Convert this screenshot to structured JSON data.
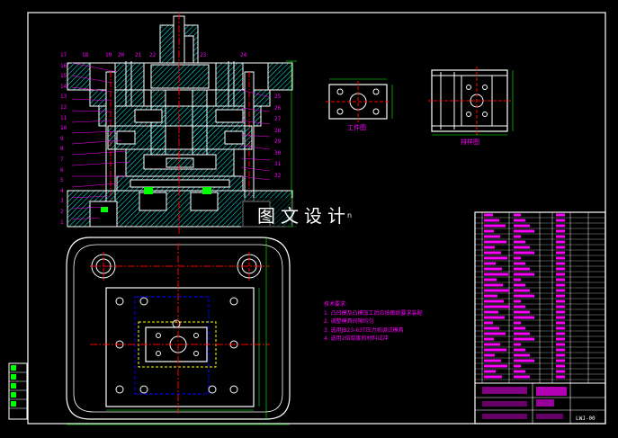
{
  "part_numbers_left": [
    "17",
    "16",
    "15",
    "14",
    "13",
    "12",
    "11",
    "10",
    "9",
    "8",
    "7",
    "6",
    "5",
    "4",
    "3",
    "2",
    "1"
  ],
  "part_numbers_top": [
    "18",
    "19",
    "20",
    "21",
    "22",
    "23",
    "24"
  ],
  "part_numbers_right": [
    "25",
    "26",
    "27",
    "28",
    "29",
    "30",
    "31",
    "32"
  ],
  "view_captions": {
    "workpiece": "工件图",
    "layout": "排样图"
  },
  "watermark": {
    "text": "图文设计",
    "suffix": "n"
  },
  "technical_notes": {
    "title": "技术要求:",
    "items": [
      "1. 凸凹模及凸模加工后应按图纸要求装配",
      "2. 调整模具间隙均匀",
      "3. 选用JB23-63T压力机调试模具",
      "4. 选用2倍厚度的材料试冲"
    ]
  },
  "drawing_number": "LWJ-00",
  "colors": {
    "background": "#000000",
    "outline": "#ffffff",
    "hatch": "#00ffff",
    "center": "#ff0000",
    "dimension": "#00ff00",
    "label": "#ff00ff",
    "hidden": "#0000ff",
    "highlight": "#ffff00"
  }
}
